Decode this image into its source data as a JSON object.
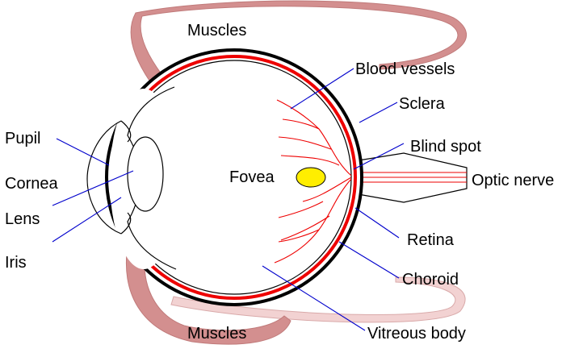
{
  "title": "",
  "labels": {
    "muscles_top": "Muscles",
    "muscles_bottom": "Muscles",
    "blood_vessels": "Blood vessels",
    "sclera": "Sclera",
    "blind_spot": "Blind spot",
    "optic_nerve": "Optic nerve",
    "fovea": "Fovea",
    "retina": "Retina",
    "choroid": "Choroid",
    "vitreous_body": "Vitreous body",
    "pupil": "Pupil",
    "cornea": "Cornea",
    "lens": "Lens",
    "iris": "Iris"
  },
  "colors": {
    "muscle": "#d38f8f",
    "muscle_light": "#f2d2d2",
    "choroid": "#ee0000",
    "sclera": "#000000",
    "fovea": "#ffee00",
    "leader": "#0000cc",
    "blood_vessel": "#ee0000"
  }
}
